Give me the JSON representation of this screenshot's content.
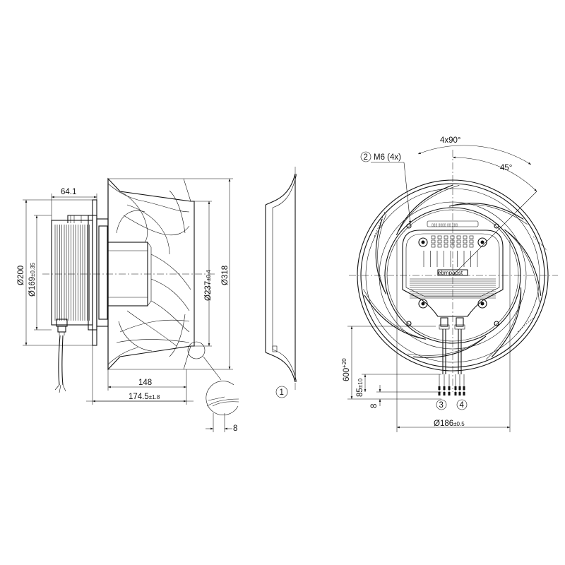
{
  "side_view": {
    "dim_motor_length": "64.1",
    "dim_height": "Ø200",
    "dim_bore_main": "Ø169",
    "dim_bore_tol": "±0.35",
    "dim_inlet_main": "Ø237",
    "dim_inlet_tol": "±0.4",
    "dim_outer": "Ø318",
    "dim_impeller_length": "148",
    "dim_total_main": "174.5",
    "dim_total_tol": "±1.8",
    "dim_detail": "8"
  },
  "inlet_ring": {
    "marker": "1"
  },
  "front_view": {
    "mount_marker": "2",
    "mount_label": "M6 (4x)",
    "angle_pattern": "4x90°",
    "angle_offset": "45°",
    "cable_len_main": "600",
    "cable_len_tol": "+20",
    "strip_main": "85",
    "strip_tol": "±10",
    "strip_end": "8",
    "connector_a": "3",
    "connector_b": "4",
    "bolt_circle_main": "Ø186",
    "bolt_circle_tol": "±0.5",
    "brand_logo": "ebmpapst"
  }
}
